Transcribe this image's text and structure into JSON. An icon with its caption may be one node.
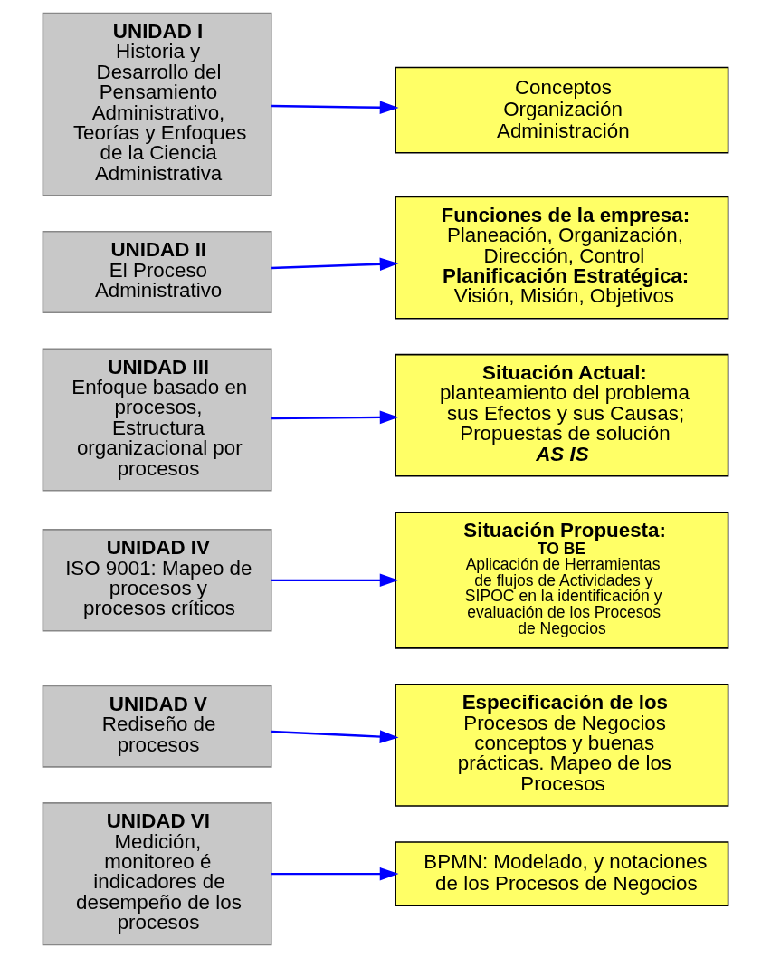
{
  "diagram": {
    "nodes": [
      {
        "text": [
          "UNIDAD I",
          "Historia y Desarrollo del Pensamiento Administrativo, Teorías y Enfoques de la Ciencia Administrativa"
        ]
      },
      {
        "text": [
          "UNIDAD II",
          "El Proceso Administrativo"
        ]
      },
      {
        "text": [
          "UNIDAD III",
          "Enfoque basado en procesos, Estructura organizacional por procesos"
        ]
      },
      {
        "text": [
          "UNIDAD IV",
          "ISO 9001: Mapeo de procesos y procesos críticos"
        ]
      },
      {
        "text": [
          "UNIDAD V",
          "Rediseño de procesos"
        ]
      },
      {
        "text": [
          "UNIDAD VI",
          "Medición, monitoreo é indicadores de desempeño de los procesos"
        ]
      },
      {
        "text": [
          "Conceptos",
          "Organización",
          "Administración"
        ]
      },
      {
        "text": [
          "Funciones de la empresa:",
          "Planeación, Organización, Dirección, Control",
          "Planificación Estratégica:",
          "Visión, Misión, Objetivos"
        ]
      },
      {
        "text": [
          "Situación Actual:",
          "planteamiento del problema sus Efectos y sus Causas; Propuestas de solución",
          "AS IS"
        ]
      },
      {
        "text": [
          "Situación Propuesta:",
          "TO BE",
          "Aplicación de Herramientas de flujos de Actividades y SIPOC en la identificación y evaluación de los Procesos de Negocios"
        ]
      },
      {
        "text": [
          "Especificación de los",
          "Procesos de Negocios conceptos y buenas prácticas. Mapeo de los Procesos"
        ]
      },
      {
        "text": [
          "BPMN: Modelado, y notaciones de los Procesos de Negocios"
        ]
      }
    ],
    "edges": [
      {
        "from": 0,
        "to": 6,
        "arrow": "to"
      },
      {
        "from": 1,
        "to": 7,
        "arrow": "to"
      },
      {
        "from": 2,
        "to": 8,
        "arrow": "to"
      },
      {
        "from": 3,
        "to": 9,
        "arrow": "to"
      },
      {
        "from": 4,
        "to": 10,
        "arrow": "to"
      },
      {
        "from": 5,
        "to": 11,
        "arrow": "to"
      }
    ]
  }
}
